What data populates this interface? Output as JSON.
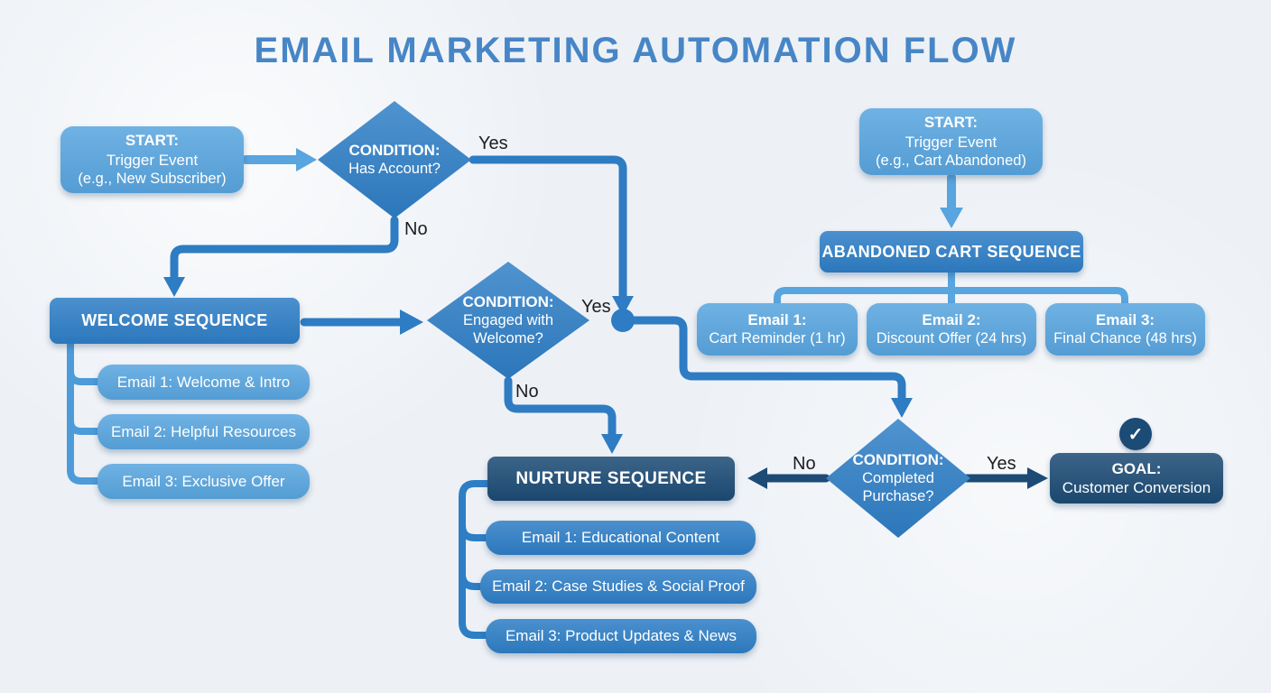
{
  "title": "EMAIL MARKETING AUTOMATION FLOW",
  "colors": {
    "bg": "#edf1f6",
    "title": "#4786c6",
    "node_light": "#58a5df",
    "node_mid": "#2e7ec6",
    "node_navy": "#1c4b75",
    "line_light": "#58a5df",
    "line_mid": "#2e7cc3",
    "line_navy": "#1d4b75",
    "bracket_light": "#4d9bd9",
    "label_dark": "#1d1d1f"
  },
  "flow1": {
    "start": {
      "line1": "START:",
      "line2": "Trigger Event",
      "line3": "(e.g., New Subscriber)"
    },
    "condition1": {
      "line1": "CONDITION:",
      "line2": "Has Account?",
      "yes": "Yes",
      "no": "No"
    },
    "welcome": {
      "header": "WELCOME SEQUENCE",
      "emails": [
        "Email 1: Welcome & Intro",
        "Email 2: Helpful Resources",
        "Email 3: Exclusive Offer"
      ]
    },
    "condition2": {
      "line1": "CONDITION:",
      "line2": "Engaged with",
      "line3": "Welcome?",
      "yes": "Yes",
      "no": "No"
    },
    "nurture": {
      "header": "NURTURE SEQUENCE",
      "emails": [
        "Email 1: Educational Content",
        "Email 2: Case Studies & Social Proof",
        "Email 3: Product Updates & News"
      ]
    }
  },
  "flow2": {
    "start": {
      "line1": "START:",
      "line2": "Trigger Event",
      "line3": "(e.g., Cart Abandoned)"
    },
    "header": "ABANDONED CART SEQUENCE",
    "emails": [
      {
        "line1": "Email 1:",
        "line2": "Cart Reminder (1 hr)"
      },
      {
        "line1": "Email 2:",
        "line2": "Discount Offer (24 hrs)"
      },
      {
        "line1": "Email 3:",
        "line2": "Final Chance (48 hrs)"
      }
    ]
  },
  "condition3": {
    "line1": "CONDITION:",
    "line2": "Completed",
    "line3": "Purchase?",
    "yes": "Yes",
    "no": "No"
  },
  "goal": {
    "line1": "GOAL:",
    "line2": "Customer Conversion",
    "check_icon": "✓"
  }
}
